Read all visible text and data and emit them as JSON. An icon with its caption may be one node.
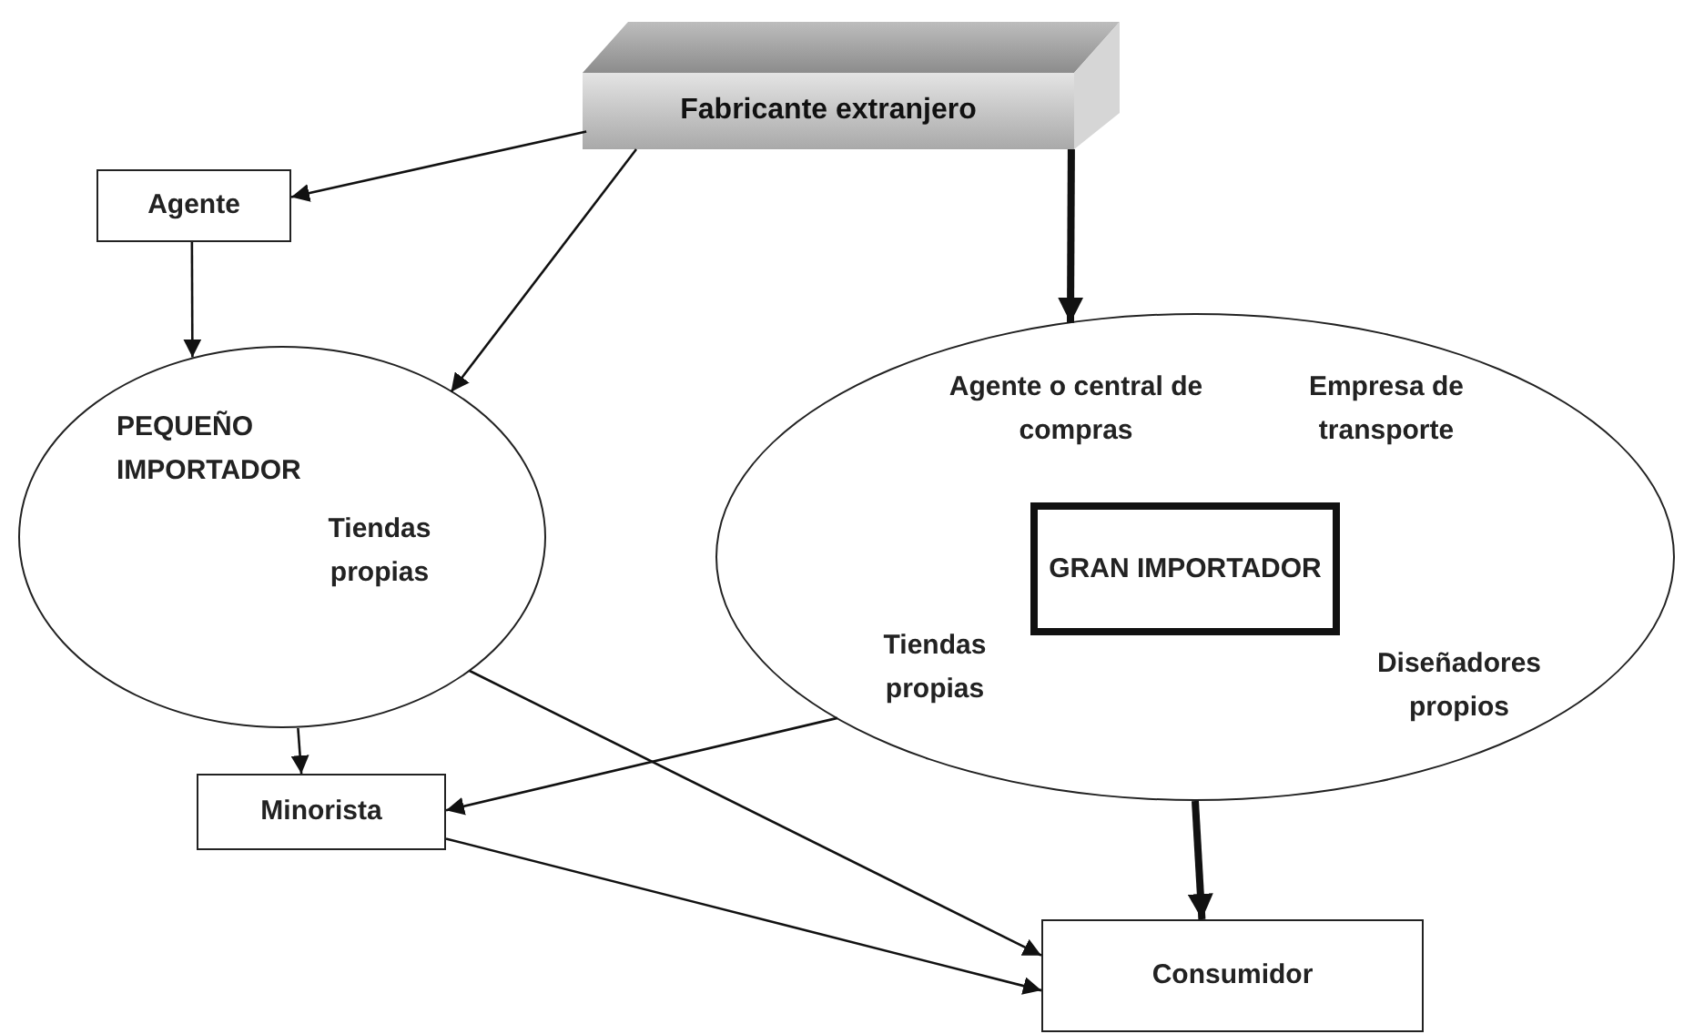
{
  "diagram": {
    "nodes": [
      {
        "text": [
          "Fabricante extranjero"
        ]
      },
      {
        "text": [
          "Agente"
        ]
      },
      {
        "text": [
          "PEQUEÑO IMPORTADOR",
          "Tiendas propias"
        ]
      },
      {
        "text": [
          "Agente o central de compras",
          "Empresa de transporte",
          "Tiendas propias",
          "Diseñadores propios"
        ]
      },
      {
        "text": [
          "GRAN IMPORTADOR"
        ],
        "in": 3
      },
      {
        "text": [
          "Minorista"
        ]
      },
      {
        "text": [
          "Consumidor"
        ]
      }
    ],
    "edges": [
      {
        "from": 0,
        "to": 1,
        "arrow": "to"
      },
      {
        "from": 1,
        "to": 2,
        "arrow": "to"
      },
      {
        "from": 0,
        "to": 2,
        "arrow": "to"
      },
      {
        "from": 0,
        "to": 3,
        "arrow": "to",
        "style": "thick"
      },
      {
        "from": 2,
        "to": 5,
        "arrow": "to"
      },
      {
        "from": 3,
        "to": 5,
        "arrow": "to"
      },
      {
        "from": 2,
        "to": 6,
        "arrow": "to"
      },
      {
        "from": 5,
        "to": 6,
        "arrow": "to"
      },
      {
        "from": 3,
        "to": 6,
        "arrow": "to",
        "style": "thick"
      }
    ]
  }
}
